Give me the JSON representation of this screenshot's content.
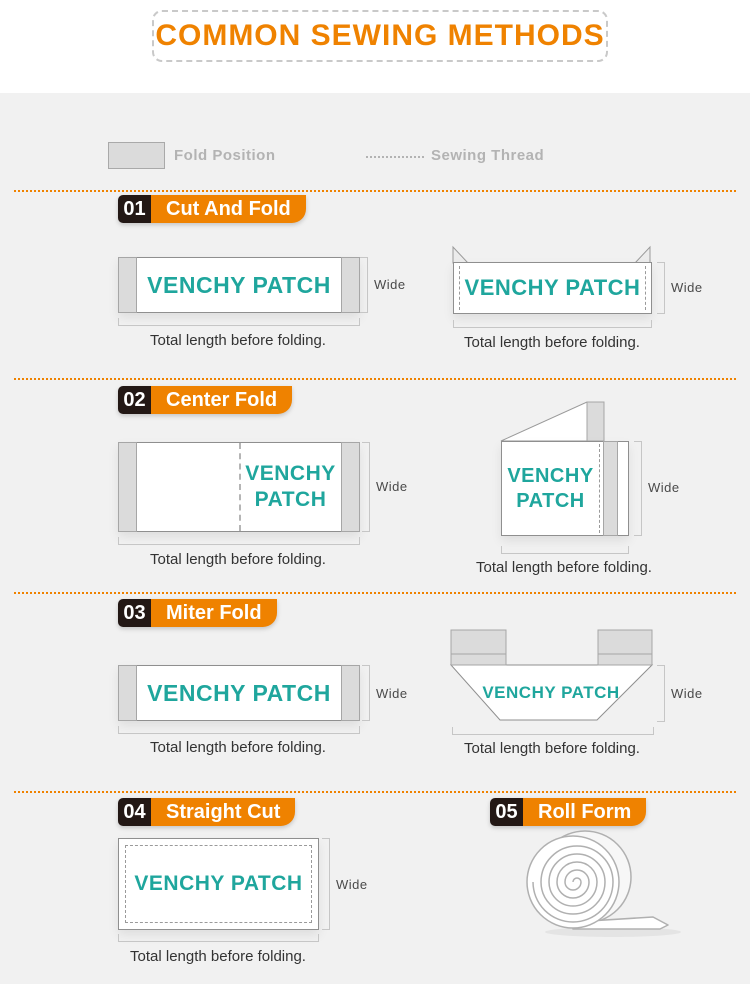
{
  "page": {
    "title": "COMMON SEWING METHODS"
  },
  "legend": {
    "fold_position": "Fold Position",
    "sewing_thread": "Sewing Thread"
  },
  "labels": {
    "brand": "VENCHY PATCH",
    "brand_line1": "VENCHY",
    "brand_line2": "PATCH",
    "wide": "Wide",
    "total_length": "Total length before folding."
  },
  "sections": [
    {
      "num": "01",
      "name": "Cut And Fold"
    },
    {
      "num": "02",
      "name": "Center Fold"
    },
    {
      "num": "03",
      "name": "Miter Fold"
    },
    {
      "num": "04",
      "name": "Straight Cut"
    },
    {
      "num": "05",
      "name": "Roll Form"
    }
  ],
  "colors": {
    "accent_orange": "#ef8200",
    "brand_teal": "#1fa69d",
    "fold_gray": "#dbdbdb",
    "header_black": "#231815"
  }
}
